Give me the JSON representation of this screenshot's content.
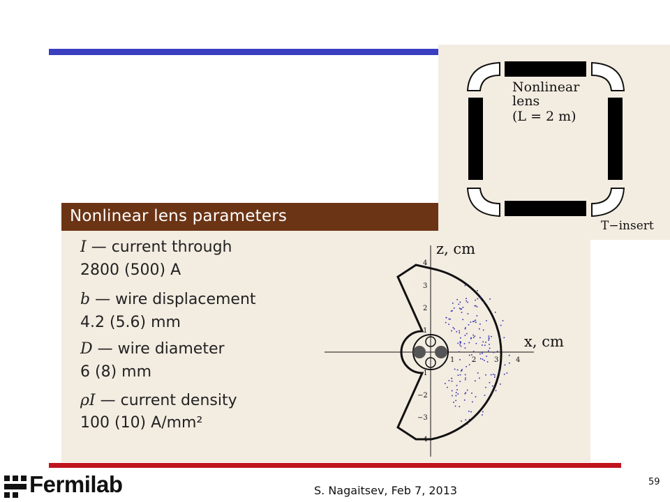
{
  "slide": {
    "title": "Nonlinear lens parameters",
    "params": [
      {
        "symbol": "I",
        "line1": " — current through",
        "line2": "2800 (500) A"
      },
      {
        "symbol": "b",
        "line1": " — wire displacement",
        "line2": "4.2 (5.6) mm"
      },
      {
        "symbol": "D",
        "line1": " — wire diameter",
        "line2": "6 (8) mm"
      },
      {
        "symbol": "ρI",
        "line1": " — current density",
        "line2": "100 (10) A/mm²"
      }
    ],
    "footer": "S.  Nagaitsev, Feb 7, 2013",
    "page_number": "59",
    "logo_text": "Fermilab"
  },
  "lens_diagram": {
    "label_line1": "Nonlinear",
    "label_line2": "lens",
    "label_line3": "(L = 2 m)",
    "insert_label": "T−insert"
  },
  "phase_plot": {
    "z_label": "z, cm",
    "x_label": "x, cm",
    "z_ticks": [
      "4",
      "3",
      "2",
      "1",
      "−1",
      "−2",
      "−3",
      "−4"
    ],
    "x_ticks": [
      "1",
      "2",
      "3",
      "4"
    ]
  },
  "colors": {
    "header": "#6b3415",
    "box_bg": "#f3ece1",
    "top_rule": "#3a3fc0",
    "bottom_rule": "#c0141c",
    "dots": "#2a2ab0"
  }
}
